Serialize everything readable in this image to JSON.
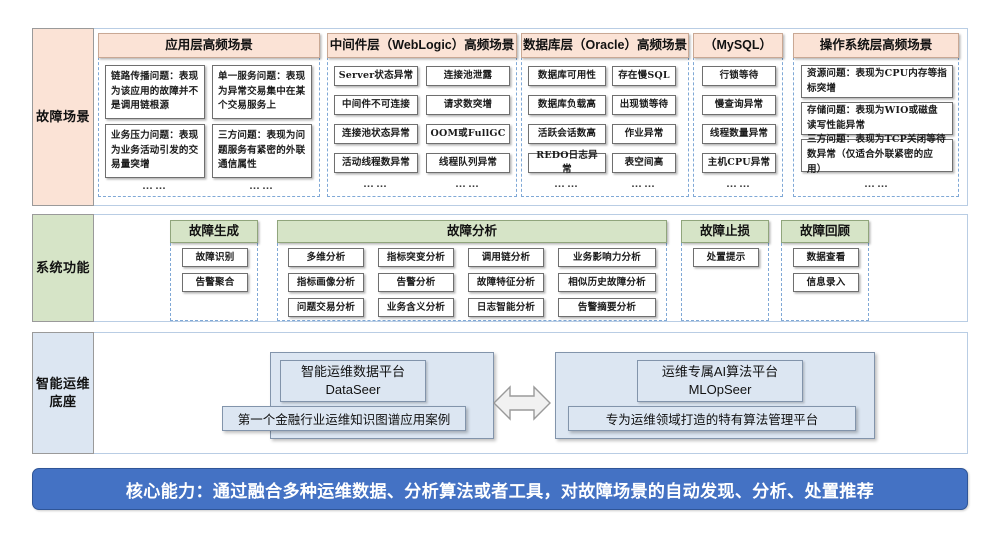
{
  "rows": {
    "scenarios_label": "故障场景",
    "functions_label": "系统功能",
    "base_label": "智能运维\n底座"
  },
  "scenario_columns": [
    {
      "title": "应用层高频场景",
      "layout": "two-col-paragraph",
      "items": [
        "链路传播问题：表现为该应用的故障并不是调用链根源",
        "单一服务问题：表现为异常交易集中在某个交易服务上",
        "业务压力问题：表现为业务活动引发的交易量突增",
        "三方问题：表现为问题服务有紧密的外联通信属性"
      ],
      "ellipsis": [
        "……",
        "……"
      ]
    },
    {
      "title": "中间件层（WebLogic）高频场景",
      "layout": "two-col-chip",
      "items": [
        "Server状态异常",
        "连接池泄露",
        "中间件不可连接",
        "请求数突增",
        "连接池状态异常",
        "OOM或FullGC",
        "活动线程数异常",
        "线程队列异常"
      ],
      "ellipsis": [
        "……",
        "……"
      ]
    },
    {
      "title": "数据库层（Oracle）高频场景",
      "layout": "two-col-chip",
      "items": [
        "数据库可用性",
        "存在慢SQL",
        "数据库负载高",
        "出现锁等待",
        "活跃会话数高",
        "作业异常",
        "REDO日志异常",
        "表空间高"
      ],
      "ellipsis": [
        "……",
        "……"
      ]
    },
    {
      "title": "（MySQL）",
      "layout": "one-col-chip",
      "items": [
        "行锁等待",
        "慢查询异常",
        "线程数量异常",
        "主机CPU异常"
      ],
      "ellipsis": [
        "……"
      ]
    },
    {
      "title": "操作系统层高频场景",
      "layout": "one-col-paragraph",
      "items": [
        "资源问题：表现为CPU内存等指标突增",
        "存储问题：表现为WIO或磁盘读写性能异常",
        "三方问题：表现为TCP关闭等待数异常（仅适合外联紧密的应用）"
      ],
      "ellipsis": [
        "……"
      ]
    }
  ],
  "function_columns": [
    {
      "title": "故障生成",
      "items": [
        "故障识别",
        "告警聚合"
      ]
    },
    {
      "title": "故障分析",
      "items": [
        "多维分析",
        "指标突变分析",
        "调用链分析",
        "业务影响力分析",
        "指标画像分析",
        "告警分析",
        "故障特征分析",
        "相似历史故障分析",
        "问题交易分析",
        "业务含义分析",
        "日志智能分析",
        "告警摘要分析"
      ]
    },
    {
      "title": "故障止损",
      "items": [
        "处置提示"
      ]
    },
    {
      "title": "故障回顾",
      "items": [
        "数据查看",
        "信息录入"
      ]
    }
  ],
  "platforms": [
    {
      "title_line1": "智能运维数据平台",
      "title_line2": "DataSeer",
      "subtitle": "第一个金融行业运维知识图谱应用案例"
    },
    {
      "title_line1": "运维专属AI算法平台",
      "title_line2": "MLOpSeer",
      "subtitle": "专为运维领域打造的特有算法管理平台"
    }
  ],
  "arrow": {
    "name": "bidirectional-arrow"
  },
  "banner": {
    "text": "核心能力：通过融合多种运维数据、分析算法或者工具，对故障场景的自动发现、分析、处置推荐"
  },
  "colors": {
    "scenario_accent": "#FBE3D6",
    "function_accent": "#D6E4C7",
    "base_accent": "#DCE6F2",
    "banner_bg": "#4472C4",
    "band_border": "#B9CDE4"
  }
}
